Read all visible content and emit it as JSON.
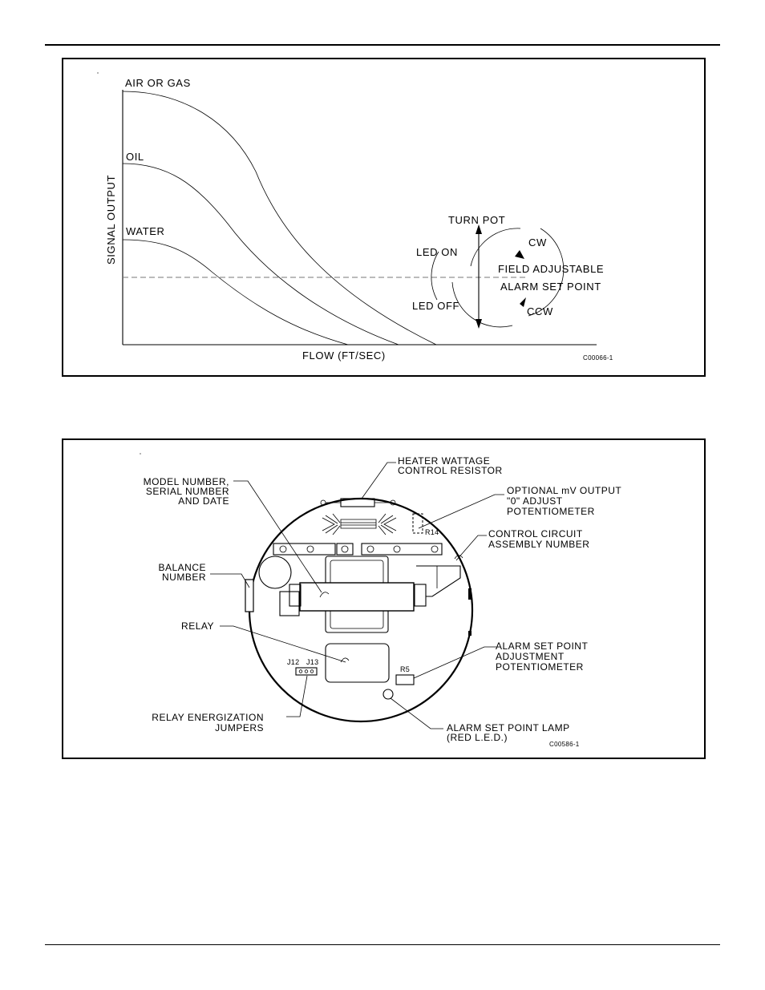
{
  "chart": {
    "ylabel": "SIGNAL OUTPUT",
    "xlabel": "FLOW (FT/SEC)",
    "code": "C00066-1",
    "curves": {
      "air": "AIR OR GAS",
      "oil": "OIL",
      "water": "WATER"
    },
    "knob": {
      "turn": "TURN POT",
      "cw": "CW",
      "ccw": "CCW",
      "led_on": "LED ON",
      "led_off": "LED OFF",
      "field_1": "FIELD ADJUSTABLE",
      "field_2": "ALARM SET POINT"
    }
  },
  "board": {
    "code": "C00586-1",
    "heater_1": "HEATER WATTAGE",
    "heater_2": "CONTROL RESISTOR",
    "model_1": "MODEL NUMBER,",
    "model_2": "SERIAL NUMBER",
    "model_3": "AND DATE",
    "optional_1": "OPTIONAL mV OUTPUT",
    "optional_2": "\"0\" ADJUST",
    "optional_3": "POTENTIOMETER",
    "r14": "R14",
    "control_1": "CONTROL CIRCUIT",
    "control_2": "ASSEMBLY NUMBER",
    "balance_1": "BALANCE",
    "balance_2": "NUMBER",
    "relay": "RELAY",
    "j12": "J12",
    "j13": "J13",
    "r5": "R5",
    "alarm_adj_1": "ALARM SET POINT",
    "alarm_adj_2": "ADJUSTMENT",
    "alarm_adj_3": "POTENTIOMETER",
    "jumpers_1": "RELAY ENERGIZATION",
    "jumpers_2": "JUMPERS",
    "lamp_1": "ALARM SET POINT LAMP",
    "lamp_2": "(RED L.E.D.)"
  }
}
